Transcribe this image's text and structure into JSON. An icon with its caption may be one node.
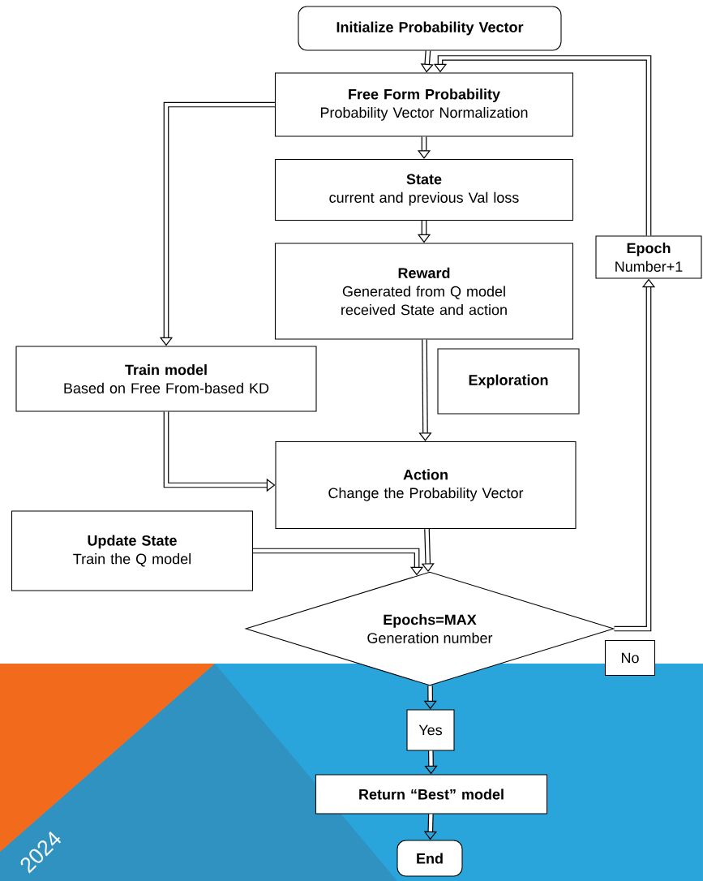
{
  "diagram": {
    "nodes": [
      {
        "text": [
          "Initialize Probability Vector"
        ]
      },
      {
        "text": [
          "Free Form Probability",
          "Probability Vector Normalization"
        ]
      },
      {
        "text": [
          "State",
          "current and previous Val loss"
        ]
      },
      {
        "text": [
          "Reward",
          "Generated from Q model received State and action"
        ]
      },
      {
        "text": [
          "Epoch",
          "Number+1"
        ]
      },
      {
        "text": [
          "Train model",
          "Based on Free From-based KD"
        ]
      },
      {
        "text": [
          "Exploration"
        ]
      },
      {
        "text": [
          "Action",
          "Change the Probability Vector"
        ]
      },
      {
        "text": [
          "Update State",
          "Train the Q model"
        ]
      },
      {
        "text": [
          "Epochs=MAX",
          "Generation number"
        ]
      },
      {
        "text": [
          "No"
        ]
      },
      {
        "text": [
          "Yes"
        ]
      },
      {
        "text": [
          "Return “Best” model"
        ]
      },
      {
        "text": [
          "End"
        ]
      }
    ],
    "edges": [
      {
        "from": 0,
        "to": 1,
        "arrow": "to"
      },
      {
        "from": 1,
        "to": 2,
        "arrow": "to"
      },
      {
        "from": 2,
        "to": 3,
        "arrow": "to"
      },
      {
        "from": 3,
        "to": 7,
        "arrow": "to"
      },
      {
        "from": 1,
        "to": 5,
        "arrow": "to"
      },
      {
        "from": 5,
        "to": 7,
        "arrow": "to"
      },
      {
        "from": 7,
        "to": 9,
        "arrow": "to"
      },
      {
        "from": 8,
        "to": 9,
        "arrow": "to"
      },
      {
        "from": 9,
        "to": 4,
        "arrow": "to"
      },
      {
        "from": 4,
        "to": 1,
        "arrow": "to"
      },
      {
        "from": 9,
        "to": 11,
        "arrow": "to"
      },
      {
        "from": 11,
        "to": 12,
        "arrow": "to"
      },
      {
        "from": 12,
        "to": 13,
        "arrow": "to"
      }
    ],
    "labels": [
      "2024"
    ]
  }
}
